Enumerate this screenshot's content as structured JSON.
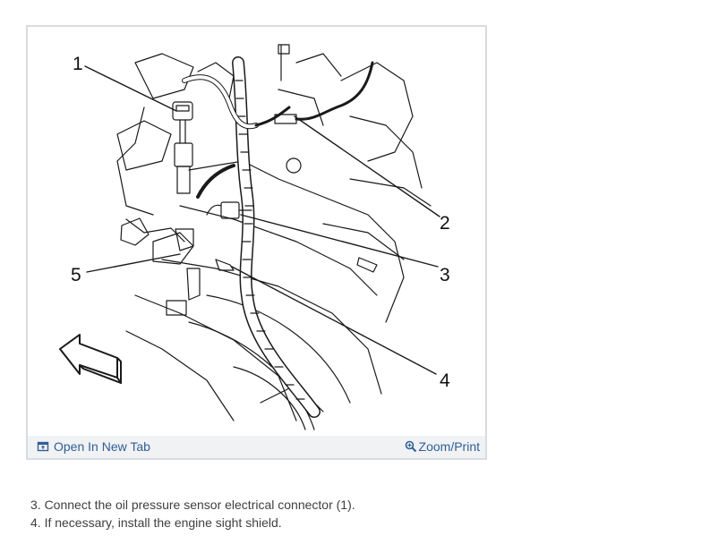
{
  "figure": {
    "callouts": [
      "1",
      "2",
      "3",
      "4",
      "5"
    ]
  },
  "toolbar": {
    "open_tab_label": "Open In New Tab",
    "open_tab_icon": "open-tab-icon",
    "zoom_label": "Zoom/Print",
    "zoom_icon": "zoom-icon",
    "link_color": "#2f5e9a"
  },
  "steps": [
    "3. Connect the oil pressure sensor electrical connector (1).",
    "4. If necessary, install the engine sight shield."
  ]
}
